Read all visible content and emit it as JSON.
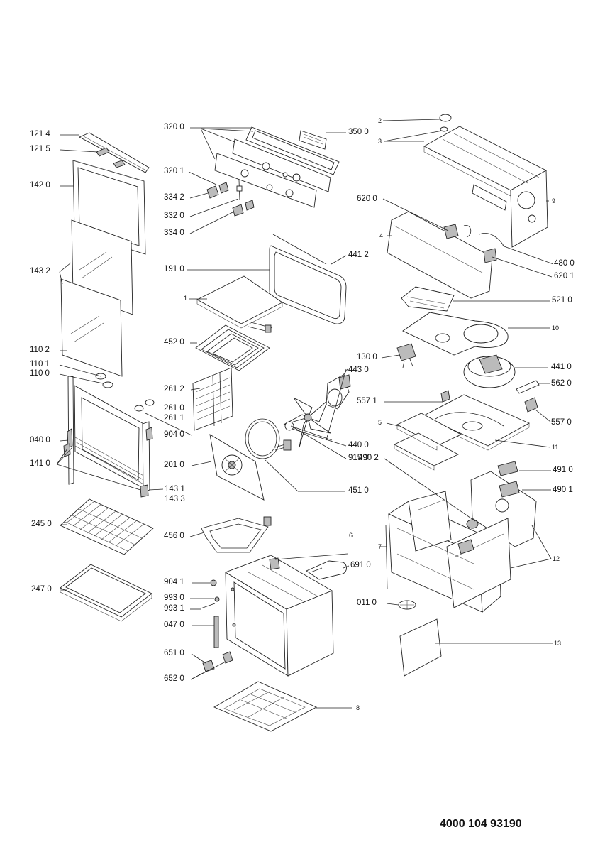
{
  "document_number": "4000 104 93190",
  "labels": {
    "l1214": "121 4",
    "l1215": "121 5",
    "l1420": "142 0",
    "l1432": "143 2",
    "l1102": "110 2",
    "l1101": "110 1",
    "l1100": "110 0",
    "l0400": "040 0",
    "l1410": "141 0",
    "l1431": "143 1",
    "l1433": "143 3",
    "l2450": "245 0",
    "l2470": "247 0",
    "l3200": "320 0",
    "l3500": "350 0",
    "l3201": "320 1",
    "l3342": "334 2",
    "l3320": "332 0",
    "l3340": "334 0",
    "l1910": "191 0",
    "l4412": "441 2",
    "l1": "1",
    "l4520": "452 0",
    "l2612": "261 2",
    "l2610": "261 0",
    "l2611": "261 1",
    "l9040": "904 0",
    "l2010": "201 0",
    "l4560": "456 0",
    "l9041": "904 1",
    "l9930": "993 0",
    "l9931": "993 1",
    "l0470": "047 0",
    "l6510": "651 0",
    "l6520": "652 0",
    "l8": "8",
    "l2": "2",
    "l3": "3",
    "l9": "9",
    "l6200": "620 0",
    "l4": "4",
    "l4800": "480 0",
    "l6201": "620 1",
    "l5210": "521 0",
    "l10": "10",
    "l1300": "130 0",
    "l4430": "443 0",
    "l4410": "441 0",
    "l5620": "562 0",
    "l5571": "557 1",
    "l5570": "557 0",
    "l5": "5",
    "l4400": "440 0",
    "l11": "11",
    "l9150": "915 0",
    "l4902": "490 2",
    "l4910": "491 0",
    "l4510": "451 0",
    "l4901": "490 1",
    "l6": "6",
    "l7": "7",
    "l12": "12",
    "l6910": "691 0",
    "l0110": "011 0",
    "l13": "13"
  }
}
